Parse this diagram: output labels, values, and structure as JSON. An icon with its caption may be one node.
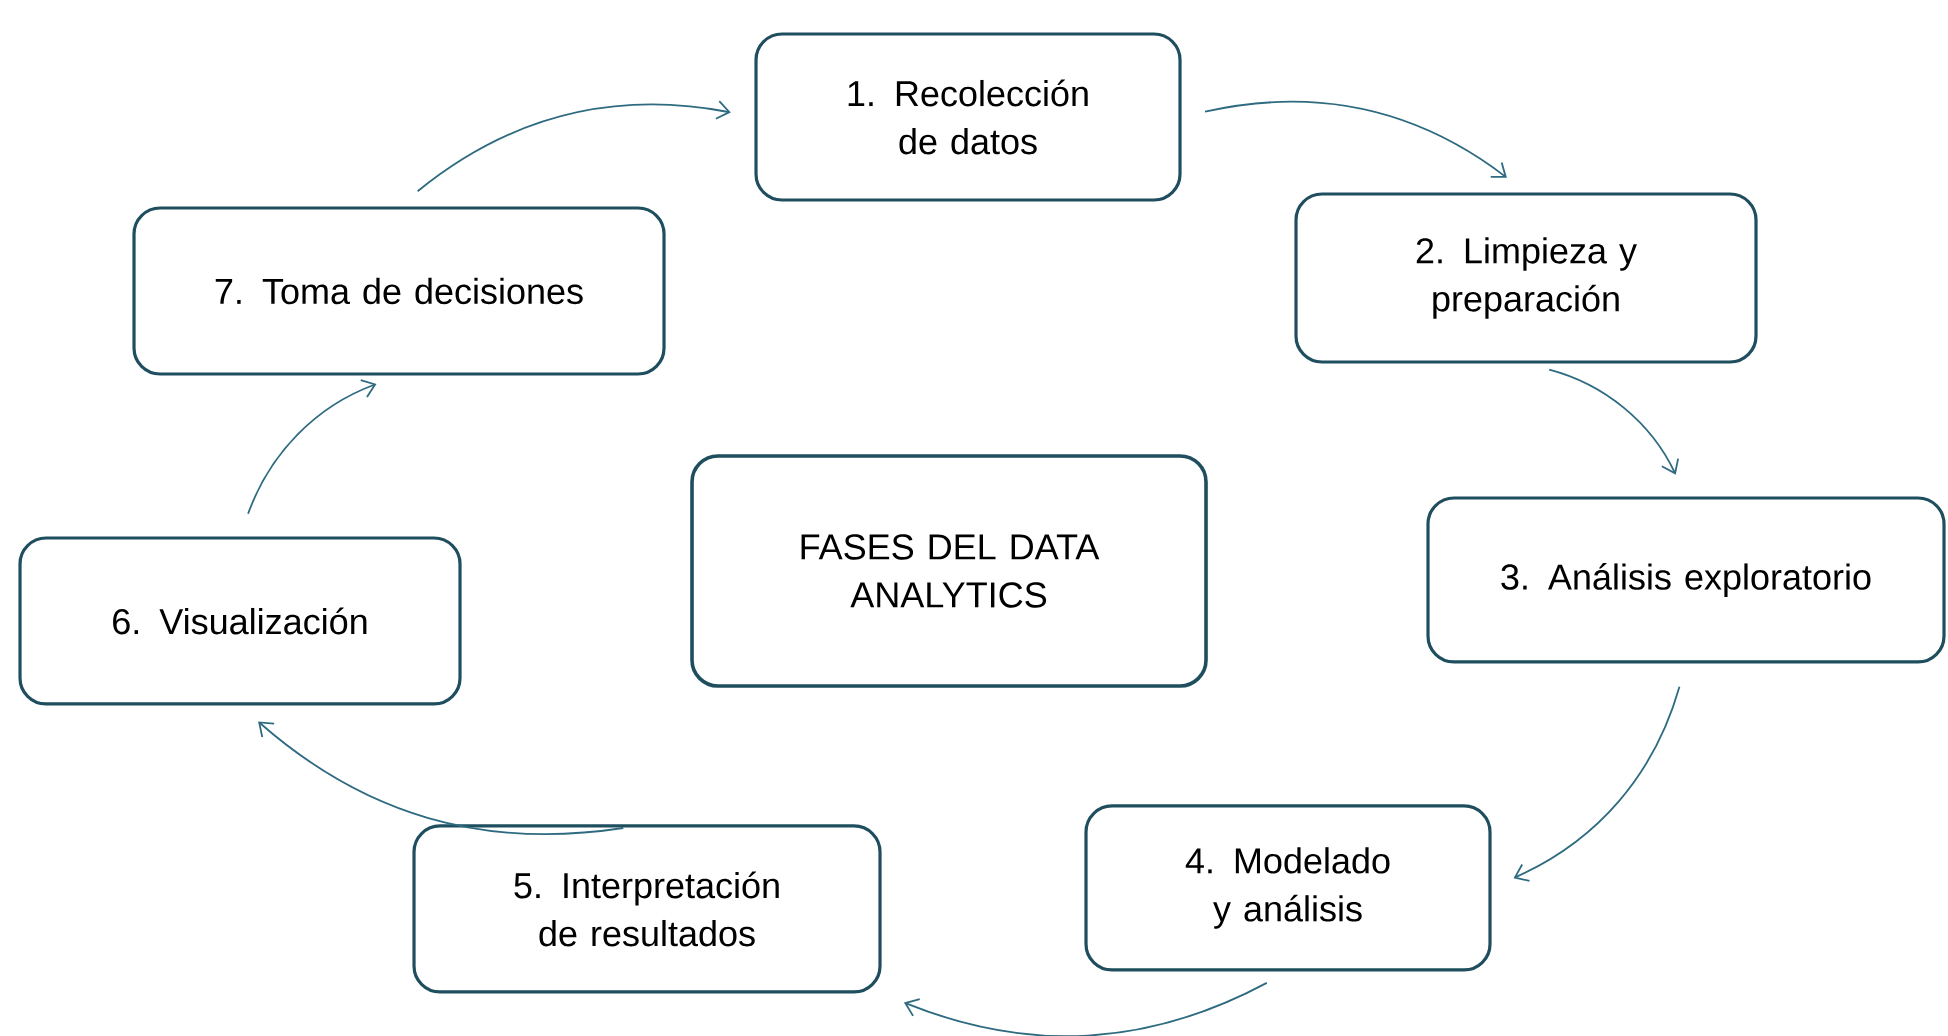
{
  "diagram": {
    "nodes": [
      {
        "text": [
          "1. Recolección de datos"
        ]
      },
      {
        "text": [
          "2. Limpieza y preparación"
        ]
      },
      {
        "text": [
          "3. Análisis exploratorio"
        ]
      },
      {
        "text": [
          "4. Modelado y análisis"
        ]
      },
      {
        "text": [
          "5. Interpretación de resultados"
        ]
      },
      {
        "text": [
          "6. Visualización"
        ]
      },
      {
        "text": [
          "7. Toma de decisiones"
        ]
      },
      {
        "text": [
          "FASES DEL DATA ANALYTICS"
        ]
      }
    ],
    "edges": [
      {
        "from": 6,
        "to": 0,
        "arrow": "to"
      },
      {
        "from": 0,
        "to": 1,
        "arrow": "to"
      },
      {
        "from": 1,
        "to": 2,
        "arrow": "to"
      },
      {
        "from": 2,
        "to": 3,
        "arrow": "to"
      },
      {
        "from": 3,
        "to": 4,
        "arrow": "to"
      },
      {
        "from": 4,
        "to": 5,
        "arrow": "to"
      },
      {
        "from": 5,
        "to": 6,
        "arrow": "to"
      }
    ]
  }
}
